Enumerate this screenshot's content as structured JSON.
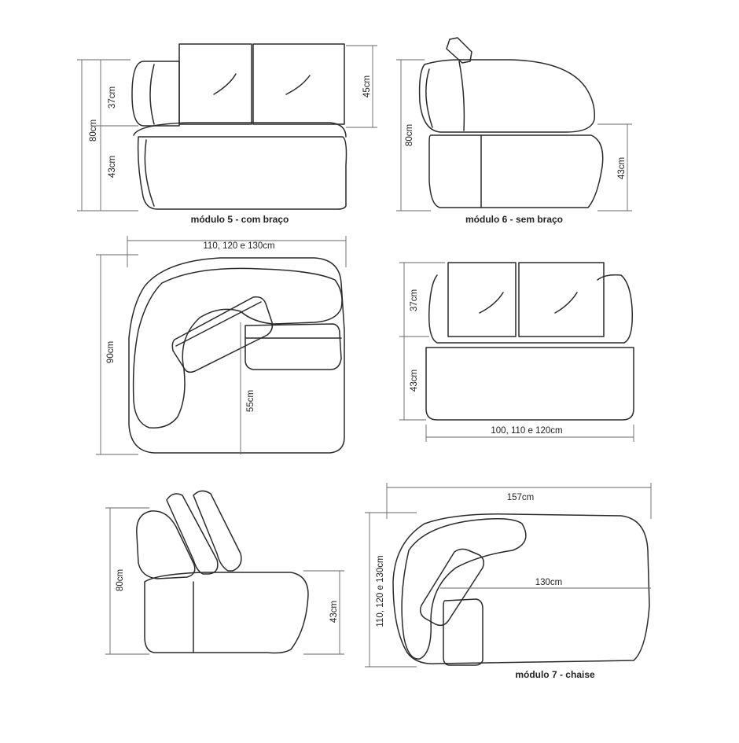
{
  "captions": {
    "module5": "módulo 5 - com braço",
    "module6": "módulo 6 - sem braço",
    "module7": "módulo 7 - chaise"
  },
  "dims": {
    "m5_total_height": "80cm",
    "m5_back_height": "37cm",
    "m5_seat_height": "43cm",
    "m5_cushion_height": "45cm",
    "m6_total_height": "80cm",
    "m6_seat_height": "43cm",
    "top_corner_width": "110, 120 e 130cm",
    "top_corner_depth": "90cm",
    "top_corner_seat_depth": "55cm",
    "front_back_height": "37cm",
    "front_seat_height": "43cm",
    "front_width": "100, 110 e 120cm",
    "side_total_height": "80cm",
    "side_seat_height": "43cm",
    "chaise_length": "157cm",
    "chaise_width": "110, 120 e 130cm",
    "chaise_inner_length": "130cm"
  },
  "colors": {
    "line": "#2a2a2a",
    "dim_line": "#666666",
    "text": "#222222"
  }
}
